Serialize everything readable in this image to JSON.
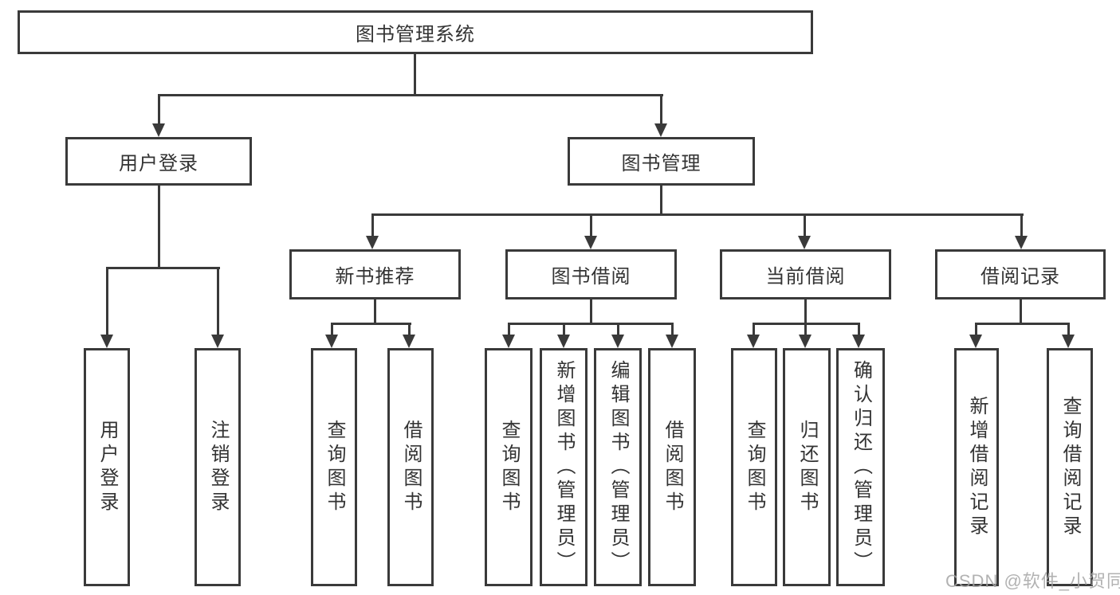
{
  "tree": {
    "label": "图书管理系统",
    "children": [
      {
        "label": "用户登录",
        "children": [
          {
            "label": "用户登录"
          },
          {
            "label": "注销登录"
          }
        ]
      },
      {
        "label": "图书管理",
        "children": [
          {
            "label": "新书推荐",
            "children": [
              {
                "label": "查询图书"
              },
              {
                "label": "借阅图书"
              }
            ]
          },
          {
            "label": "图书借阅",
            "children": [
              {
                "label": "查询图书"
              },
              {
                "label": "新增图书（管理员）"
              },
              {
                "label": "编辑图书（管理员）"
              },
              {
                "label": "借阅图书"
              }
            ]
          },
          {
            "label": "当前借阅",
            "children": [
              {
                "label": "查询图书"
              },
              {
                "label": "归还图书"
              },
              {
                "label": "确认归还（管理员）"
              }
            ]
          },
          {
            "label": "借阅记录",
            "children": [
              {
                "label": "新增借阅记录"
              },
              {
                "label": "查询借阅记录"
              }
            ]
          }
        ]
      }
    ]
  },
  "watermark": {
    "text": "CSDN @软件_小贺同学"
  },
  "colors": {
    "line": "#3a3a3a",
    "text": "#333333",
    "watermark": "#a5a5a5",
    "background": "#ffffff"
  }
}
